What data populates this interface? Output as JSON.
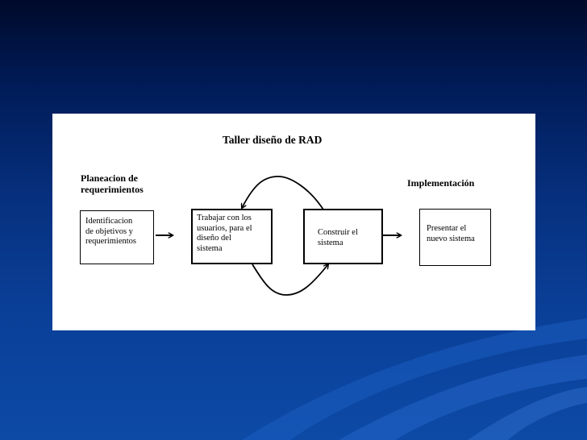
{
  "diagram": {
    "title": "Taller diseño de RAD",
    "heading_left": "Planeacion de\nrequerimientos",
    "heading_right": "Implementación",
    "boxes": [
      {
        "label": "Identificacion\nde objetivos y\nrequerimientos"
      },
      {
        "label": "Trabajar con los\nusuarios, para el\ndiseño del\nsistema"
      },
      {
        "label": "Construir el\nsistema"
      },
      {
        "label": "Presentar el\nnuevo sistema"
      }
    ]
  }
}
